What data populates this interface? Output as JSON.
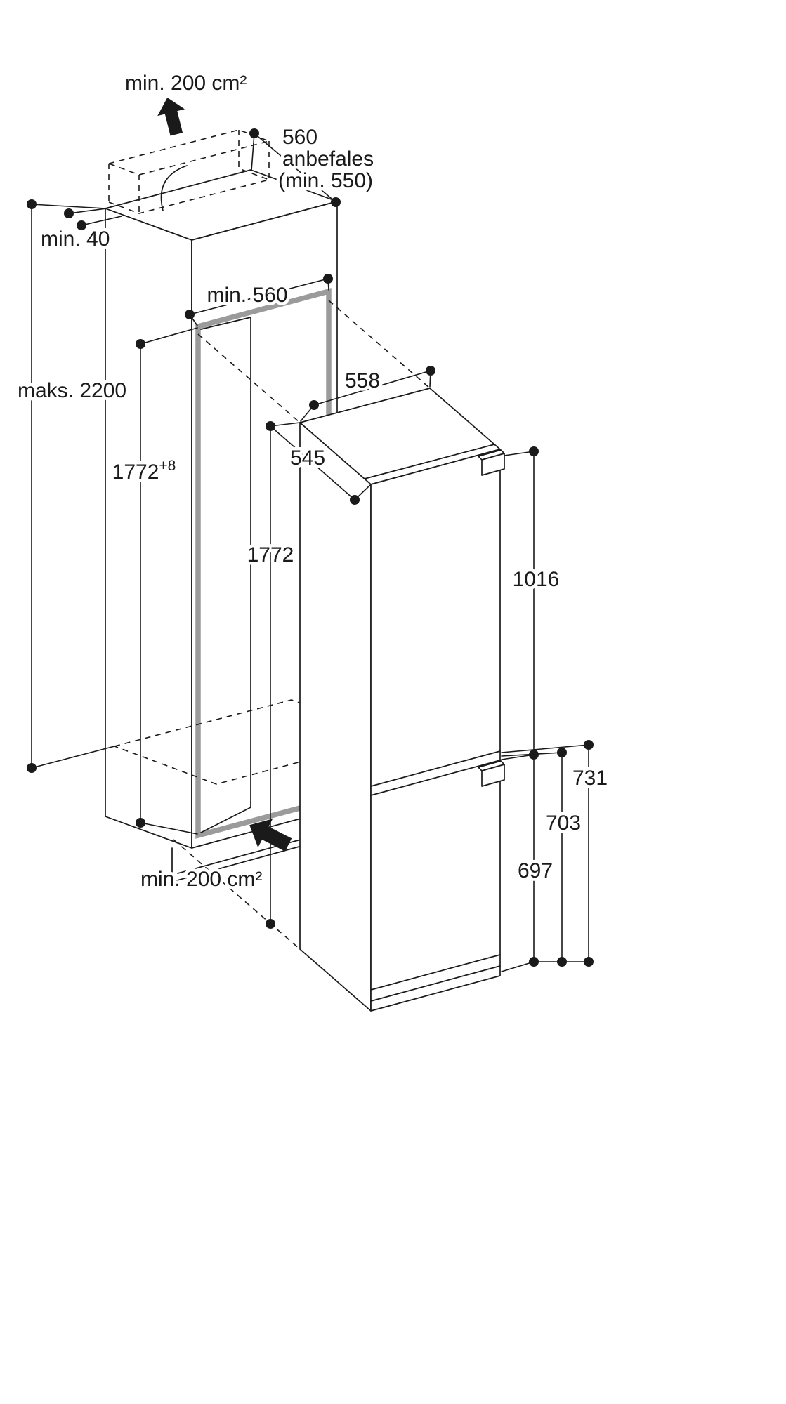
{
  "diagram": {
    "top": {
      "vent_area_label": "min. 200 cm²",
      "depth_value": "560",
      "depth_note": "anbefales",
      "depth_min": "(min. 550)"
    },
    "left": {
      "top_gap": "min. 40",
      "max_height": "maks. 2200"
    },
    "niche": {
      "width": "min. 560",
      "height_main": "1772",
      "height_sup": "+8"
    },
    "appliance": {
      "width": "558",
      "depth": "545",
      "height": "1772",
      "upper_door_height": "1016"
    },
    "right": {
      "dim_total": "731",
      "dim_mid": "703",
      "dim_lower_door": "697"
    },
    "bottom": {
      "vent_area_label": "min. 200 cm²"
    },
    "colors": {
      "line": "#1a1a1a",
      "frame": "#9b9b9b",
      "background": "#ffffff"
    }
  }
}
